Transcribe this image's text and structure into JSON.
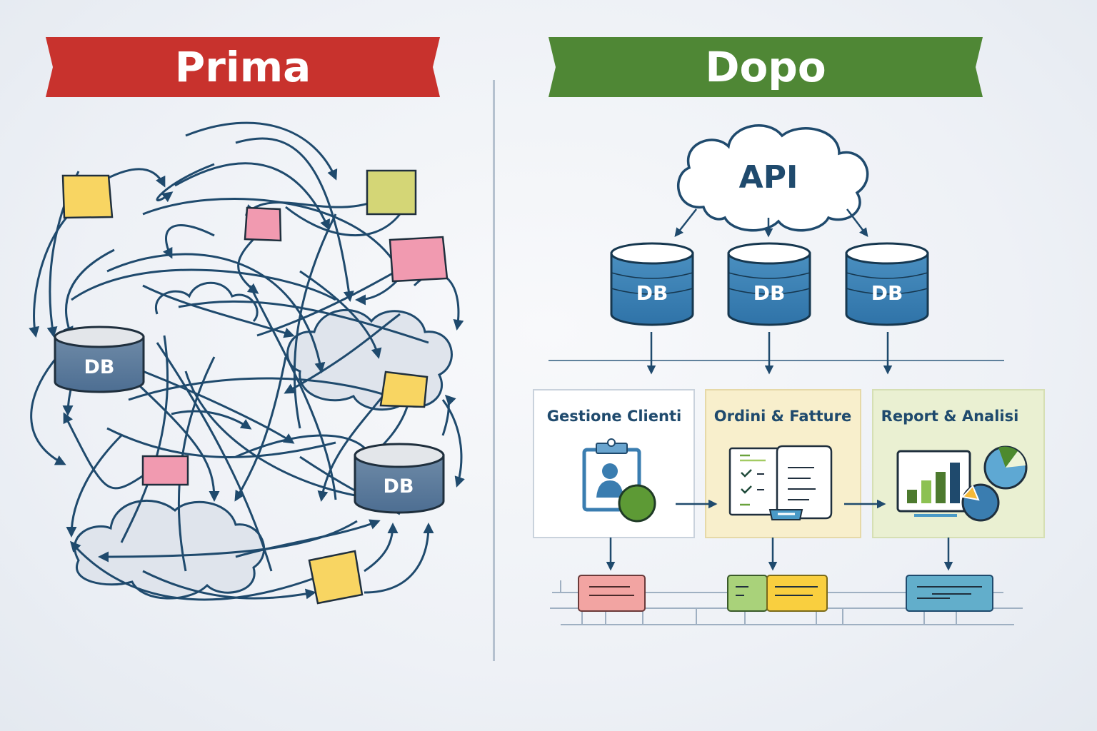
{
  "before": {
    "title": "Prima",
    "banner_color": "#c8322d",
    "databases": [
      {
        "label": "DB"
      },
      {
        "label": "DB"
      }
    ],
    "sticky_note_colors": [
      "#f8d562",
      "#d4d676",
      "#f19ab0",
      "#f19ab0",
      "#f8d562",
      "#f19ab0",
      "#f8d562"
    ]
  },
  "after": {
    "title": "Dopo",
    "banner_color": "#4f8735",
    "api": {
      "label": "API"
    },
    "databases": [
      {
        "label": "DB"
      },
      {
        "label": "DB"
      },
      {
        "label": "DB"
      }
    ],
    "modules": [
      {
        "label": "Gestione Clienti",
        "icon": "client-clipboard-icon",
        "bg": "#ffffff"
      },
      {
        "label": "Ordini & Fatture",
        "icon": "orders-invoice-icon",
        "bg": "#f8efcc"
      },
      {
        "label": "Report & Analisi",
        "icon": "report-chart-icon",
        "bg": "#eaf0d2"
      }
    ],
    "outputs": [
      {
        "name": "output-clienti",
        "colors": [
          "#f2a4a2"
        ]
      },
      {
        "name": "output-ordini",
        "colors": [
          "#a9d27a",
          "#f9cf3f"
        ]
      },
      {
        "name": "output-report",
        "colors": [
          "#62aecb"
        ]
      }
    ]
  },
  "colors": {
    "ink": "#1f4a6d",
    "db_blue": "#3a7db0",
    "db_grey": "#5d7d9e"
  }
}
